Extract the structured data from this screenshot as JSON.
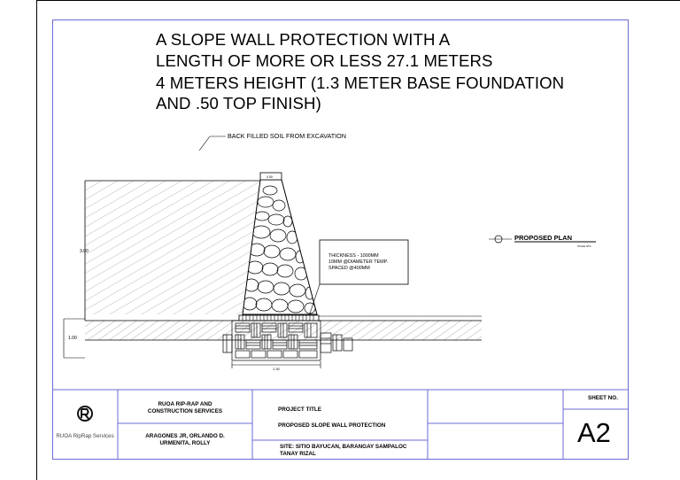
{
  "sheet": {
    "title_lines": [
      "A SLOPE WALL PROTECTION WITH  A",
      "LENGTH OF MORE OR LESS 27.1 METERS",
      "4 METERS HEIGHT (1.3 METER BASE FOUNDATION",
      "AND .50 TOP FINISH)"
    ]
  },
  "drawing": {
    "backfill_label": "BACK FILLED SOIL FROM EXCAVATION",
    "top_dim": "0.50",
    "height_dim": "3.00",
    "base_dim": "1.00",
    "bottom_dim": "1.30",
    "note_lines": [
      "THICKNESS - 1000MM",
      "10MM @DIAMETER TEMP.",
      "SPACED @400MM"
    ],
    "plan_label": "PROPOSED PLAN",
    "plan_scale": "SCALE NTS"
  },
  "title_block": {
    "logo_text": "RUOA RipRap Services",
    "company_lines": [
      "RUOA RIP-RAP AND",
      "CONSTRUCTION SERVICES"
    ],
    "names_lines": [
      "ARAGONES JR, ORLANDO D.",
      "URMENITA, ROLLY"
    ],
    "project_title_label": "PROJECT TITLE",
    "project_title": "PROPOSED SLOPE WALL PROTECTION",
    "site_lines": [
      "SITE: SITIO BAYUCAN, BARANGAY SAMPALOC",
      "TANAY RIZAL"
    ],
    "sheet_no_label": "SHEET NO.",
    "sheet_no": "A2"
  }
}
